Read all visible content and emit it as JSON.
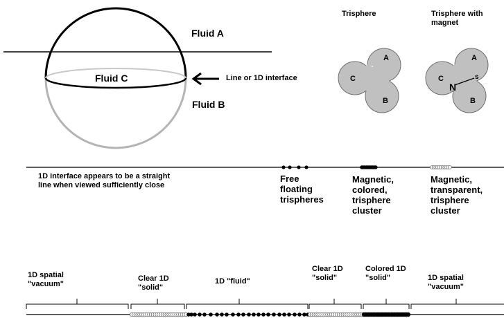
{
  "top": {
    "fluid_a": "Fluid A",
    "fluid_b": "Fluid B",
    "fluid_c": "Fluid C",
    "interface_label": "Line or 1D interface"
  },
  "trisphere": {
    "title": "Trisphere",
    "title_magnet_line1": "Trisphere with",
    "title_magnet_line2": "magnet",
    "lobe_a": "A",
    "lobe_b": "B",
    "lobe_c": "C",
    "magnet_n": "N",
    "magnet_s": "s"
  },
  "middle": {
    "note_line1": "1D interface appears to be a straight",
    "note_line2": "line when viewed sufficiently close",
    "free_floating": [
      "Free",
      "floating",
      "trispheres"
    ],
    "magnetic_colored": [
      "Magnetic,",
      "colored,",
      "trisphere",
      "cluster"
    ],
    "magnetic_transparent": [
      "Magnetic,",
      "transparent,",
      "trisphere",
      "cluster"
    ]
  },
  "bottom": {
    "seg1": [
      "1D spatial",
      "\"vacuum\""
    ],
    "seg2": [
      "Clear 1D",
      "\"solid\""
    ],
    "seg3": "1D \"fluid\"",
    "seg4": [
      "Clear 1D",
      "\"solid\""
    ],
    "seg5": [
      "Colored 1D",
      "\"solid\""
    ],
    "seg6": [
      "1D spatial",
      "\"vacuum\""
    ]
  },
  "colors": {
    "line": "#000000",
    "lower_sphere": "#b4b4b4",
    "trisphere_fill": "#c0c0c0",
    "trisphere_stroke": "#6e6e6e"
  }
}
